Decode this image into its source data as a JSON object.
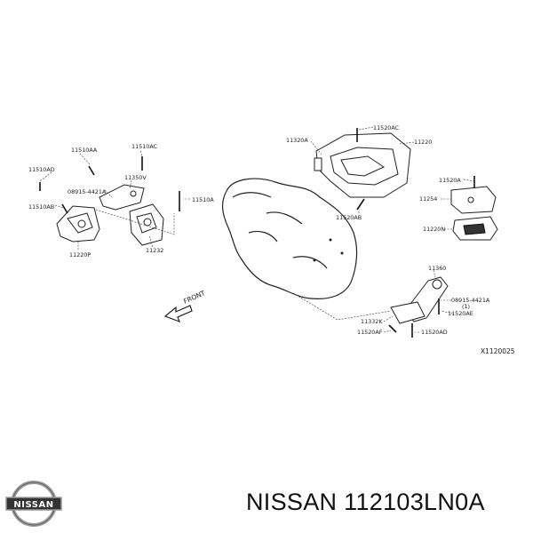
{
  "callouts": {
    "c11510AA": "11510AA",
    "c11510AC_left": "11510AC",
    "c11510AD": "11510AD",
    "c08915_left": "08915-4421A",
    "c11350V": "11350V",
    "c11510AB": "11510AB",
    "c11510A": "11510A",
    "c11220P": "11220P",
    "c11232": "11232",
    "c11520AC": "11520AC",
    "c11320A": "11320A",
    "c11220": "11220",
    "c11520AB": "11520AB",
    "c11520A": "11520A",
    "c11254": "11254",
    "c11220N": "11220N",
    "c11360": "11360",
    "c08915_right": "08915-4421A",
    "c_qty": "(1)",
    "c11520AE": "11520AE",
    "c11332K": "11332K",
    "c11520AF": "11520AF",
    "c11520AD": "11520AD",
    "front": "FRONT",
    "diagram_code": "X1120025"
  },
  "logo": {
    "text": "NISSAN"
  },
  "caption": {
    "text": "NISSAN 112103LN0A"
  },
  "colors": {
    "ink": "#222222",
    "logo_silver": "#9a9a9a",
    "logo_dark": "#333333"
  }
}
